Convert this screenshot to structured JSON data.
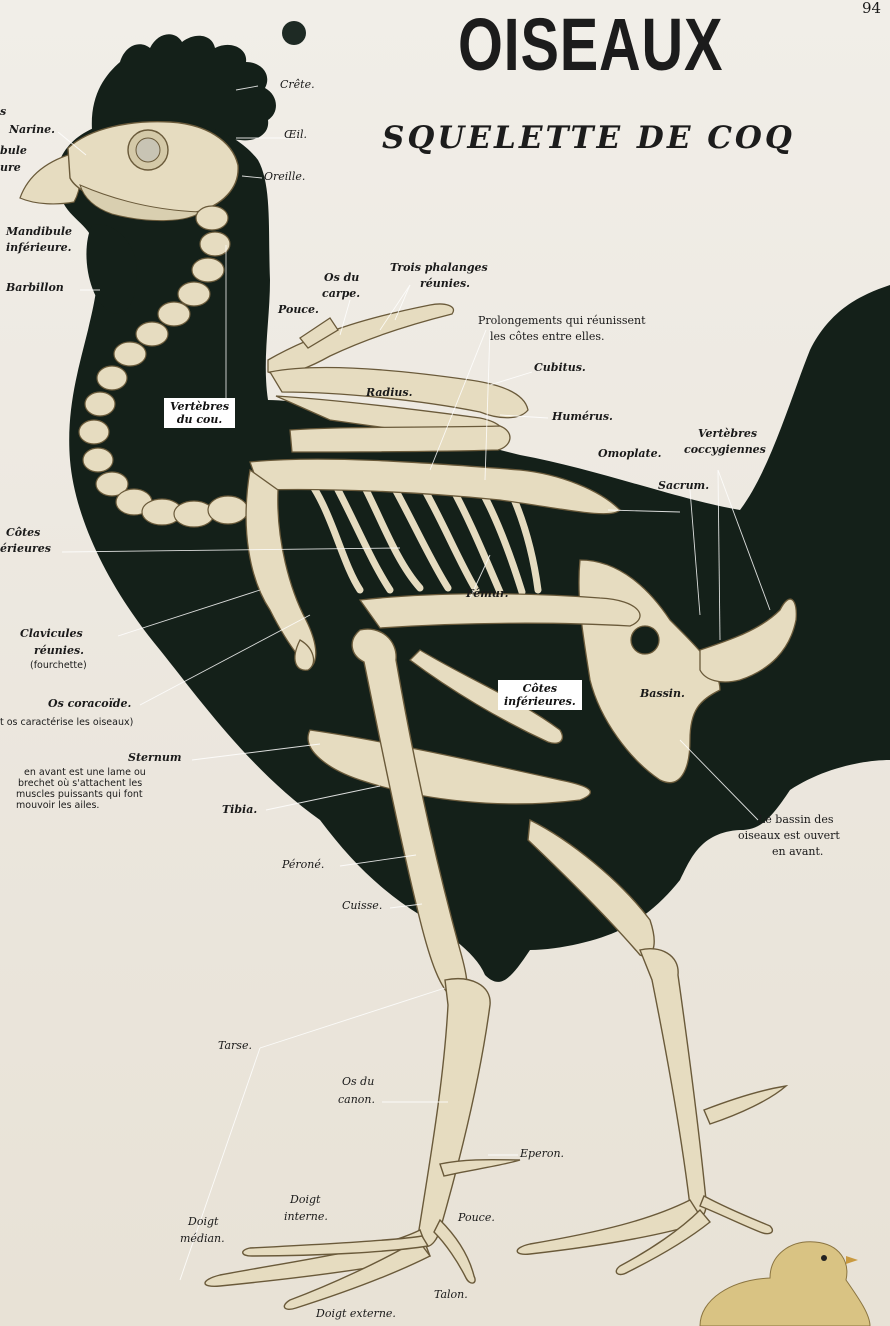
{
  "title": "OISEAUX",
  "subtitle": "SQUELETTE DE COQ",
  "page_number": "94",
  "labels": {
    "narine": "Narine.",
    "mandibule_sup_1": "bule",
    "mandibule_sup_2": "ure",
    "s_fragment": "s",
    "mandibule_inf": "Mandibule",
    "mandibule_inf_2": "inférieure.",
    "barbillon": "Barbillon",
    "crete": "Crête.",
    "oeil": "Œil.",
    "oreille": "Oreille.",
    "os_du_carpe_1": "Os du",
    "os_du_carpe_2": "carpe.",
    "trois_phalanges_1": "Trois phalanges",
    "trois_phalanges_2": "réunies.",
    "pouce_aile": "Pouce.",
    "prolongements_1": "Prolongements qui réunissent",
    "prolongements_2": "les côtes entre elles.",
    "cubitus": "Cubitus.",
    "radius": "Radius.",
    "humerus": "Humérus.",
    "vertebres_cou_1": "Vertèbres",
    "vertebres_cou_2": "du cou.",
    "omoplate": "Omoplate.",
    "vertebres_coccygiennes_1": "Vertèbres",
    "vertebres_coccygiennes_2": "coccygiennes",
    "sacrum": "Sacrum.",
    "cotes_sup_1": "Côtes",
    "cotes_sup_2": "érieures",
    "femur": "Fémur.",
    "clavicules_1": "Clavicules",
    "clavicules_2": "réunies.",
    "clavicules_3": "(fourchette)",
    "cotes_inf_1": "Côtes",
    "cotes_inf_2": "inférieures.",
    "bassin": "Bassin.",
    "os_coracoide": "Os coracoïde.",
    "coracoide_note": "t os caractérise les oiseaux)",
    "sternum": "Sternum",
    "sternum_note_1": "en avant est une lame ou",
    "sternum_note_2": "brechet où s'attachent les",
    "sternum_note_3": "muscles puissants qui font",
    "sternum_note_4": "mouvoir les ailes.",
    "tibia": "Tibia.",
    "bassin_note_1": "Le bassin des",
    "bassin_note_2": "oiseaux est ouvert",
    "bassin_note_3": "en avant.",
    "perone": "Péroné.",
    "cuisse": "Cuisse.",
    "tarse": "Tarse.",
    "os_du_canon_1": "Os du",
    "os_du_canon_2": "canon.",
    "eperon": "Eperon.",
    "doigt_interne_1": "Doigt",
    "doigt_interne_2": "interne.",
    "pouce_pied": "Pouce.",
    "doigt_median_1": "Doigt",
    "doigt_median_2": "médian.",
    "talon": "Talon.",
    "doigt_externe": "Doigt externe."
  },
  "colors": {
    "paper": "#ede9e2",
    "silhouette": "#142019",
    "bone": "#e6dcc0",
    "bone_outline": "#6a5a3a",
    "ink": "#1a1a1a",
    "chick": "#d9c383"
  }
}
